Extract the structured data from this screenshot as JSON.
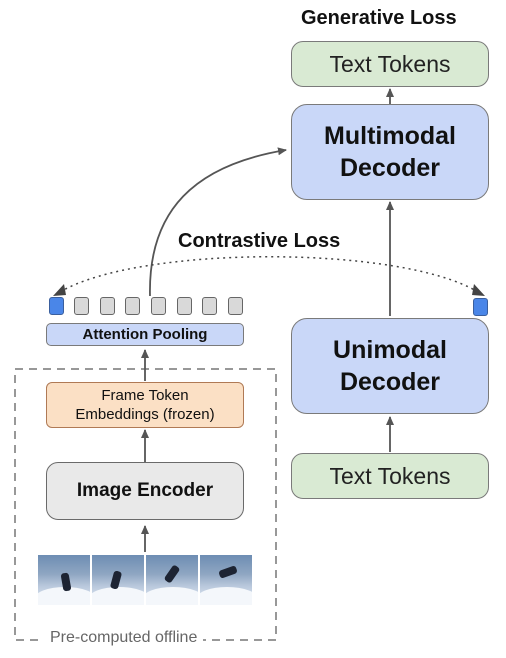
{
  "labels": {
    "generative_loss": "Generative Loss",
    "contrastive_loss": "Contrastive Loss",
    "text_tokens_top": "Text Tokens",
    "text_tokens_bottom": "Text Tokens",
    "multimodal_decoder_line1": "Multimodal",
    "multimodal_decoder_line2": "Decoder",
    "unimodal_decoder_line1": "Unimodal",
    "unimodal_decoder_line2": "Decoder",
    "attention_pooling": "Attention Pooling",
    "frame_token_line1": "Frame Token",
    "frame_token_line2": "Embeddings (frozen)",
    "image_encoder": "Image Encoder",
    "precomputed_offline": "Pre-computed offline"
  },
  "colors": {
    "green_box": "#d9ead3",
    "blue_box": "#c9d7f8",
    "frame_box": "#fbe0c5",
    "encoder_box": "#e9e9e9",
    "token_active": "#4a86e8",
    "token_inactive": "#d9d9d9",
    "arrow": "#555555"
  },
  "tokens": {
    "count": 8,
    "active_index": 0
  },
  "video_frames": {
    "count": 4
  }
}
